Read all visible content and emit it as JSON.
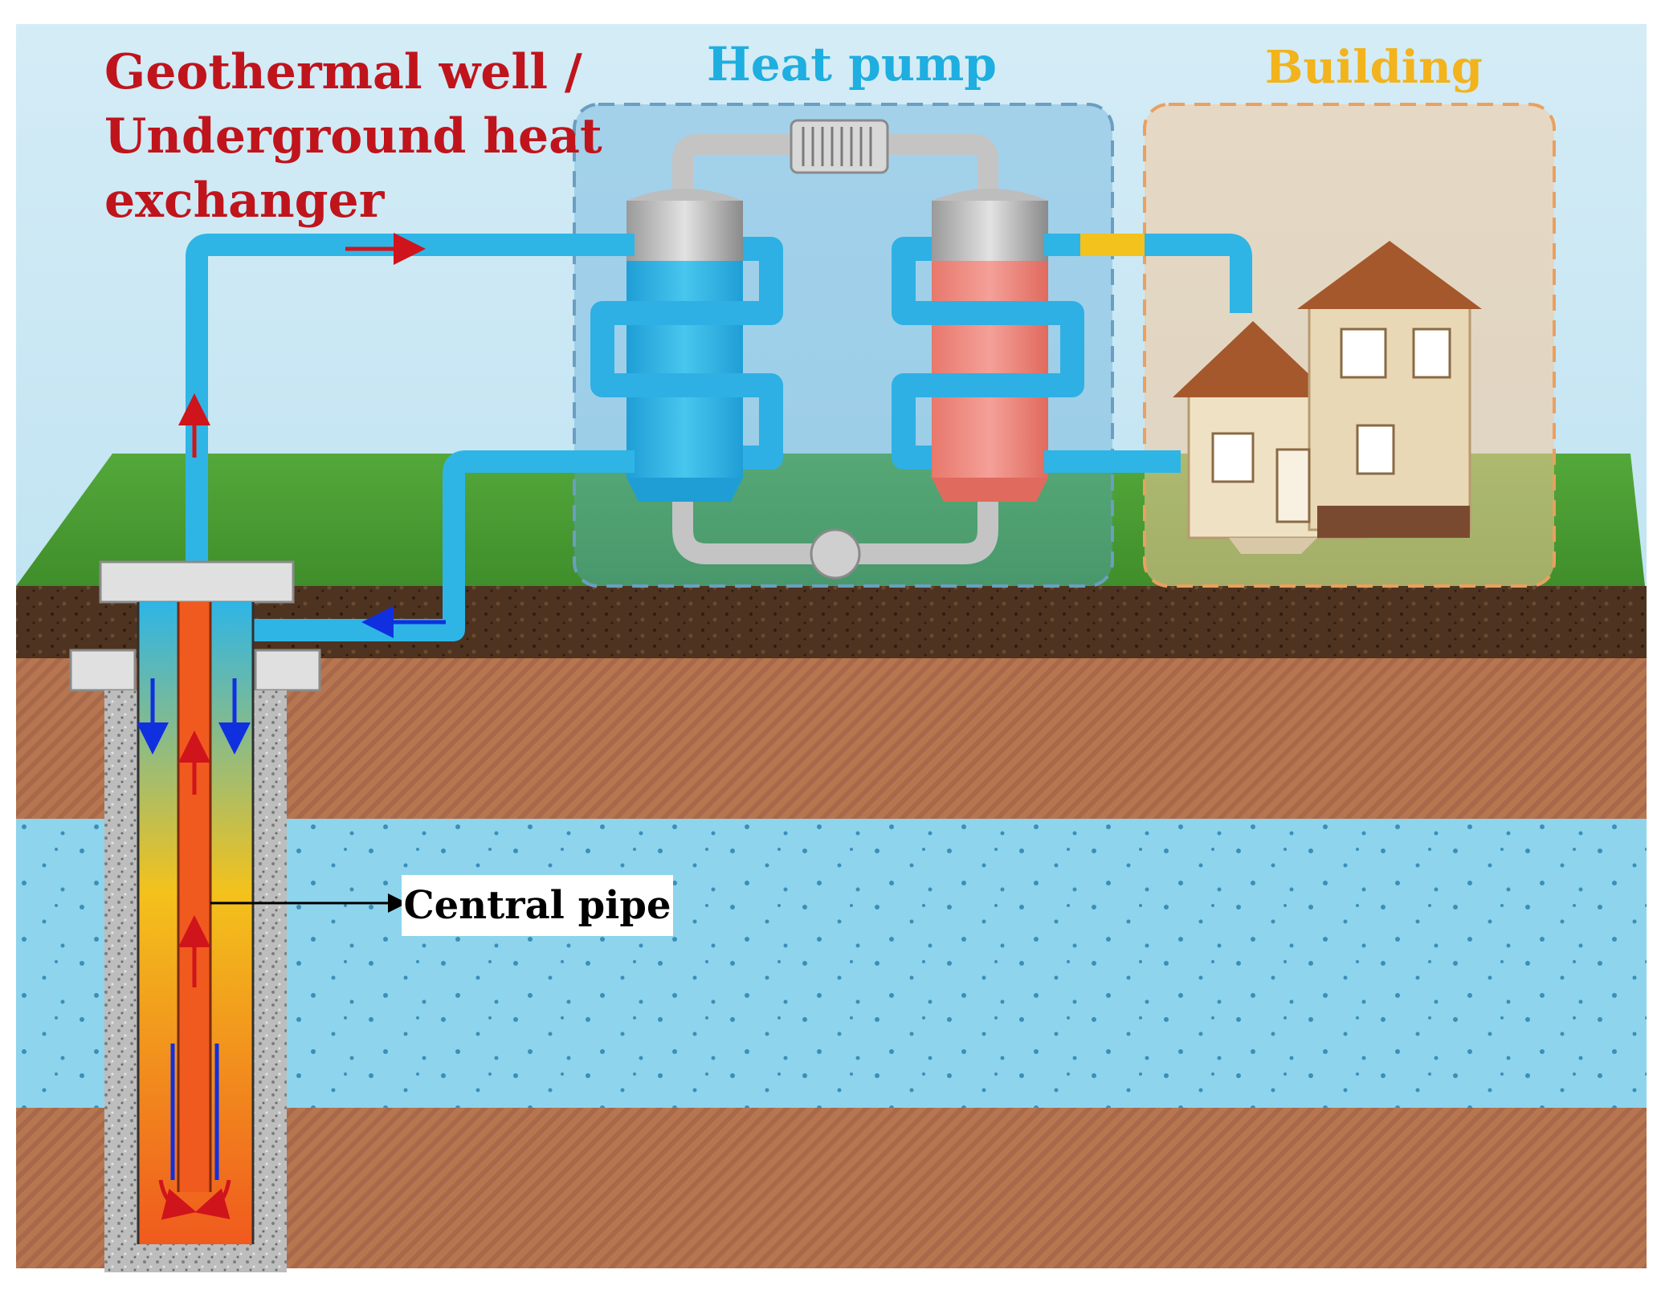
{
  "labels": {
    "well": "Geothermal well / Underground heat exchanger",
    "heat_pump": "Heat pump",
    "building": "Building",
    "central_pipe": "Central pipe"
  },
  "colors": {
    "well_label": "#c0141c",
    "heat_pump_label": "#1eaee0",
    "building_label": "#f2b31c",
    "cold_fluid": "#2eb5e6",
    "hot_fluid": "#f05a1e",
    "flow_arrow_hot": "#d0141c",
    "flow_arrow_cold": "#1030e0"
  }
}
